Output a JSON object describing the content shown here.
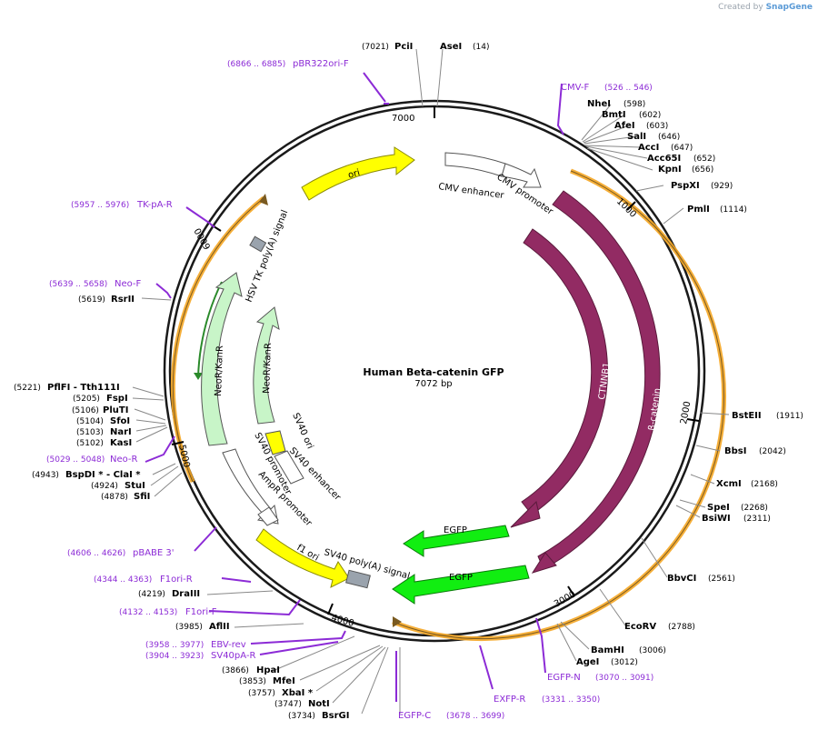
{
  "credit": {
    "prefix": "Created by",
    "brand": "SnapGene"
  },
  "plasmid": {
    "name": "Human Beta-catenin GFP",
    "size_label": "7072 bp",
    "length": 7072
  },
  "ticks": [
    "1000",
    "2000",
    "3000",
    "4000",
    "5000",
    "6000",
    "7000"
  ],
  "colors": {
    "backbone": "#1a1a1a",
    "primer": "#8c2bd6",
    "ori": "#ffff00",
    "promoter": "#ffffff",
    "neo": "#c8f5c8",
    "egfp": "#11ee11",
    "cds": "#922b63",
    "orf": "#f5a623",
    "polyA": "#9aa3ad"
  },
  "sites": [
    {
      "name": "PciI",
      "pos": "(7021)"
    },
    {
      "name": "AseI",
      "pos": "(14)"
    },
    {
      "name": "NheI",
      "pos": "(598)"
    },
    {
      "name": "BmtI",
      "pos": "(602)"
    },
    {
      "name": "AfeI",
      "pos": "(603)"
    },
    {
      "name": "SalI",
      "pos": "(646)"
    },
    {
      "name": "AccI",
      "pos": "(647)"
    },
    {
      "name": "Acc65I",
      "pos": "(652)"
    },
    {
      "name": "KpnI",
      "pos": "(656)"
    },
    {
      "name": "PspXI",
      "pos": "(929)"
    },
    {
      "name": "PmlI",
      "pos": "(1114)"
    },
    {
      "name": "BstEII",
      "pos": "(1911)"
    },
    {
      "name": "BbsI",
      "pos": "(2042)"
    },
    {
      "name": "XcmI",
      "pos": "(2168)"
    },
    {
      "name": "SpeI",
      "pos": "(2268)"
    },
    {
      "name": "BsiWI",
      "pos": "(2311)"
    },
    {
      "name": "BbvCI",
      "pos": "(2561)"
    },
    {
      "name": "EcoRV",
      "pos": "(2788)"
    },
    {
      "name": "BamHI",
      "pos": "(3006)"
    },
    {
      "name": "AgeI",
      "pos": "(3012)"
    },
    {
      "name": "BsrGI",
      "pos": "(3734)"
    },
    {
      "name": "NotI",
      "pos": "(3747)"
    },
    {
      "name": "XbaI *",
      "pos": "(3757)"
    },
    {
      "name": "MfeI",
      "pos": "(3853)"
    },
    {
      "name": "HpaI",
      "pos": "(3866)"
    },
    {
      "name": "AflII",
      "pos": "(3985)"
    },
    {
      "name": "DraIII",
      "pos": "(4219)"
    },
    {
      "name": "SfiI",
      "pos": "(4878)"
    },
    {
      "name": "StuI",
      "pos": "(4924)"
    },
    {
      "name": "BspDI * - ClaI *",
      "pos": "(4943)"
    },
    {
      "name": "KasI",
      "pos": "(5102)"
    },
    {
      "name": "NarI",
      "pos": "(5103)"
    },
    {
      "name": "SfoI",
      "pos": "(5104)"
    },
    {
      "name": "PluTI",
      "pos": "(5106)"
    },
    {
      "name": "FspI",
      "pos": "(5205)"
    },
    {
      "name": "PflFI - Tth111I",
      "pos": "(5221)"
    },
    {
      "name": "RsrII",
      "pos": "(5619)"
    }
  ],
  "primers": [
    {
      "name": "pBR322ori-F",
      "pos": "(6866 .. 6885)"
    },
    {
      "name": "CMV-F",
      "pos": "(526 .. 546)"
    },
    {
      "name": "TK-pA-R",
      "pos": "(5957 .. 5976)"
    },
    {
      "name": "Neo-F",
      "pos": "(5639 .. 5658)"
    },
    {
      "name": "Neo-R",
      "pos": "(5029 .. 5048)"
    },
    {
      "name": "pBABE 3'",
      "pos": "(4606 .. 4626)"
    },
    {
      "name": "F1ori-R",
      "pos": "(4344 .. 4363)"
    },
    {
      "name": "F1ori-F",
      "pos": "(4132 .. 4153)"
    },
    {
      "name": "EBV-rev",
      "pos": "(3958 .. 3977)"
    },
    {
      "name": "SV40pA-R",
      "pos": "(3904 .. 3923)"
    },
    {
      "name": "EGFP-N",
      "pos": "(3070 .. 3091)"
    },
    {
      "name": "EXFP-R",
      "pos": "(3331 .. 3350)"
    },
    {
      "name": "EGFP-C",
      "pos": "(3678 .. 3699)"
    }
  ],
  "features": {
    "ori": "ori",
    "cmv_enhancer": "CMV enhancer",
    "cmv_promoter": "CMV promoter",
    "ctnnb1": "CTNNB1",
    "beta_catenin": "β-catenin",
    "egfp_inner": "EGFP",
    "egfp_outer": "EGFP",
    "hsv_tk": "HSV TK poly(A) signal",
    "neo_outer": "NeoR/KanR",
    "neo_inner": "NeoR/KanR",
    "sv40_ori": "SV40 ori",
    "sv40_enhancer": "SV40 enhancer",
    "sv40_promoter": "SV40 promoter",
    "ampr_promoter": "AmpR promoter",
    "f1_ori": "f1 ori",
    "sv40_polyA": "SV40 poly(A) signal"
  }
}
